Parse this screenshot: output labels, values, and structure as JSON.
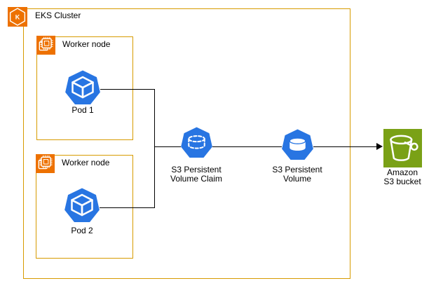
{
  "diagram": {
    "cluster": {
      "label": "EKS Cluster"
    },
    "worker_node_1": {
      "label": "Worker node"
    },
    "worker_node_2": {
      "label": "Worker node"
    },
    "pod_1": {
      "label": "Pod 1"
    },
    "pod_2": {
      "label": "Pod 2"
    },
    "pvc": {
      "label_line1": "S3 Persistent",
      "label_line2": "Volume Claim"
    },
    "pv": {
      "label_line1": "S3 Persistent",
      "label_line2": "Volume"
    },
    "s3_bucket": {
      "label_line1": "Amazon",
      "label_line2": "S3 bucket"
    },
    "icons": {
      "eks_cluster": "eks-hexagon-k-icon",
      "eks_letter": "K",
      "worker_node": "compute-chip-icon",
      "pod": "k8s-pod-cube-icon",
      "pvc": "k8s-pvc-dashed-cylinder-icon",
      "pv": "k8s-pv-cylinder-icon",
      "s3_bucket": "s3-bucket-icon",
      "arrow": "arrowhead-right-icon"
    },
    "colors": {
      "aws_orange": "#ED7100",
      "box_border_orange": "#D79B00",
      "k8s_blue": "#2875E2",
      "s3_green": "#7AA116",
      "connector_black": "#000000"
    }
  }
}
